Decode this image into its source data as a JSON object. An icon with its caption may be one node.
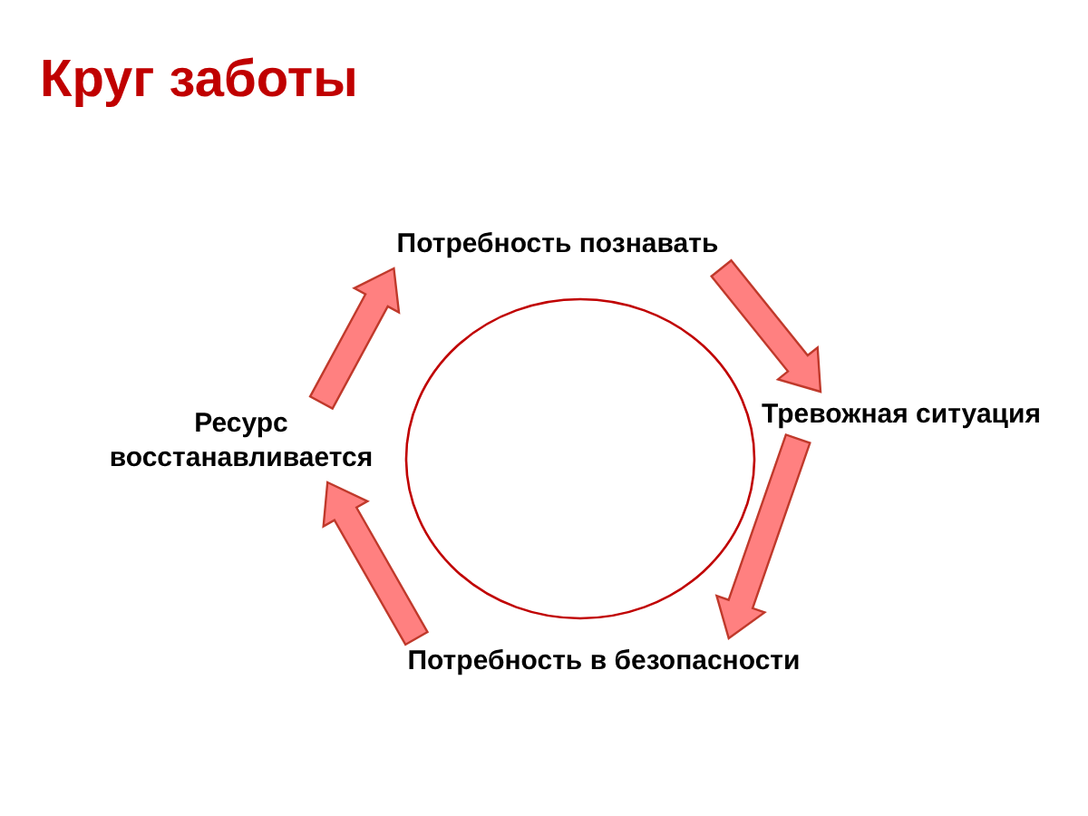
{
  "diagram": {
    "title": "Круг заботы",
    "nodes": [
      {
        "text": [
          "Потребность познавать"
        ]
      },
      {
        "text": [
          "Тревожная ситуация"
        ]
      },
      {
        "text": [
          "Потребность в безопасности"
        ]
      },
      {
        "text": [
          "Ресурс восстанавливается"
        ]
      },
      {
        "text": [],
        "shape": "circle"
      }
    ],
    "edges": [
      {
        "from": 3,
        "to": 0,
        "arrow": "to",
        "style": "thick"
      },
      {
        "from": 0,
        "to": 1,
        "arrow": "to",
        "style": "thick"
      },
      {
        "from": 1,
        "to": 2,
        "arrow": "to",
        "style": "thick"
      },
      {
        "from": 2,
        "to": 3,
        "arrow": "to",
        "style": "thick"
      }
    ]
  }
}
